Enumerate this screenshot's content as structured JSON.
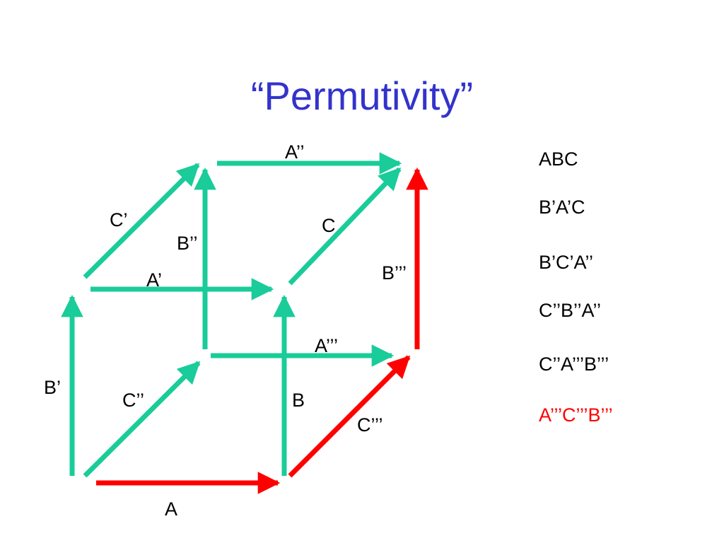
{
  "slide": {
    "title": "“Permutivity”"
  },
  "colors": {
    "title": "#3333cc",
    "green_arrow": "#19cc99",
    "red_arrow": "#ff0000",
    "highlight_path": "#ff0000"
  },
  "edge_labels": {
    "a": "A",
    "a_prime": "A’",
    "a_double": "A’’",
    "a_triple": "A’’’",
    "b": "B",
    "b_prime": "B’",
    "b_double": "B’’",
    "b_triple": "B’’’",
    "c": "C",
    "c_prime": "C’",
    "c_double": "C’’",
    "c_triple": "C’’’"
  },
  "paths": [
    {
      "text": "ABC",
      "highlighted": false
    },
    {
      "text": "B’A’C",
      "highlighted": false
    },
    {
      "text": "B’C’A’’",
      "highlighted": false
    },
    {
      "text": "C’’B’’A’’",
      "highlighted": false
    },
    {
      "text": "C’’A’’’B’’’",
      "highlighted": false
    },
    {
      "text": "A’’’C’’’B’’’",
      "highlighted": true
    }
  ]
}
